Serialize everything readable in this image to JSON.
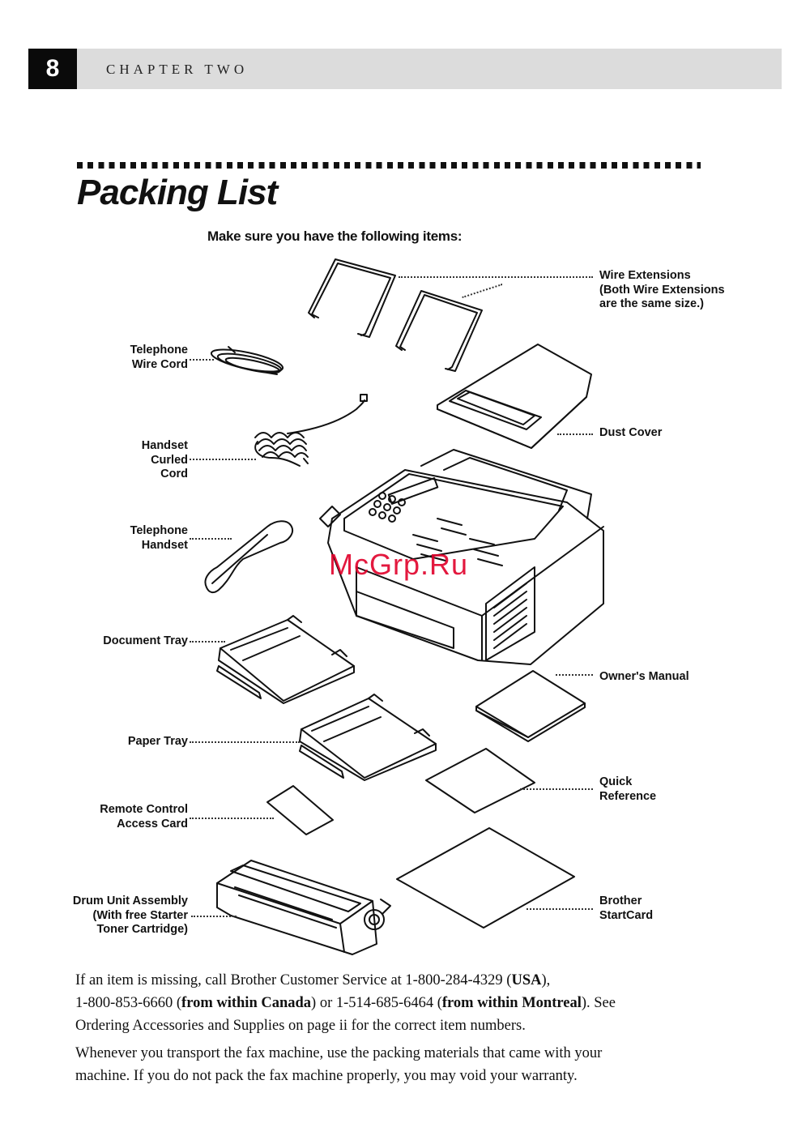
{
  "header": {
    "page_number": "8",
    "chapter": "CHAPTER TWO"
  },
  "section": {
    "title": "Packing List",
    "subtitle": "Make sure you have the following items:"
  },
  "items": {
    "wire_extensions": [
      "Wire Extensions",
      "(Both Wire Extensions",
      "are the same size.)"
    ],
    "telephone_wire_cord": [
      "Telephone",
      "Wire Cord"
    ],
    "dust_cover": [
      "Dust Cover"
    ],
    "handset_curled_cord": [
      "Handset",
      "Curled",
      "Cord"
    ],
    "telephone_handset": [
      "Telephone",
      "Handset"
    ],
    "document_tray": [
      "Document Tray"
    ],
    "owners_manual": [
      "Owner's Manual"
    ],
    "paper_tray": [
      "Paper Tray"
    ],
    "quick_reference": [
      "Quick",
      "Reference"
    ],
    "remote_control_card": [
      "Remote Control",
      "Access Card"
    ],
    "drum_unit": [
      "Drum Unit Assembly",
      "(With free Starter",
      "Toner Cartridge)"
    ],
    "brother_startcard": [
      "Brother",
      "StartCard"
    ]
  },
  "paragraph1": {
    "t1": "If an item is missing, call Brother Customer Service at 1-800-284-4329 (",
    "b1": "USA",
    "t2": "),",
    "t3": "1-800-853-6660 (",
    "b2": "from within Canada",
    "t4": ") or 1-514-685-6464 (",
    "b3": "from within Montreal",
    "t5": "). See",
    "t6": "Ordering Accessories and Supplies on page ii for the correct item numbers."
  },
  "paragraph2": {
    "line1": "Whenever you transport the fax machine, use the packing materials that came with your",
    "line2": "machine. If you do not pack the fax machine properly, you may void your warranty."
  },
  "watermark": "McGrp.Ru"
}
